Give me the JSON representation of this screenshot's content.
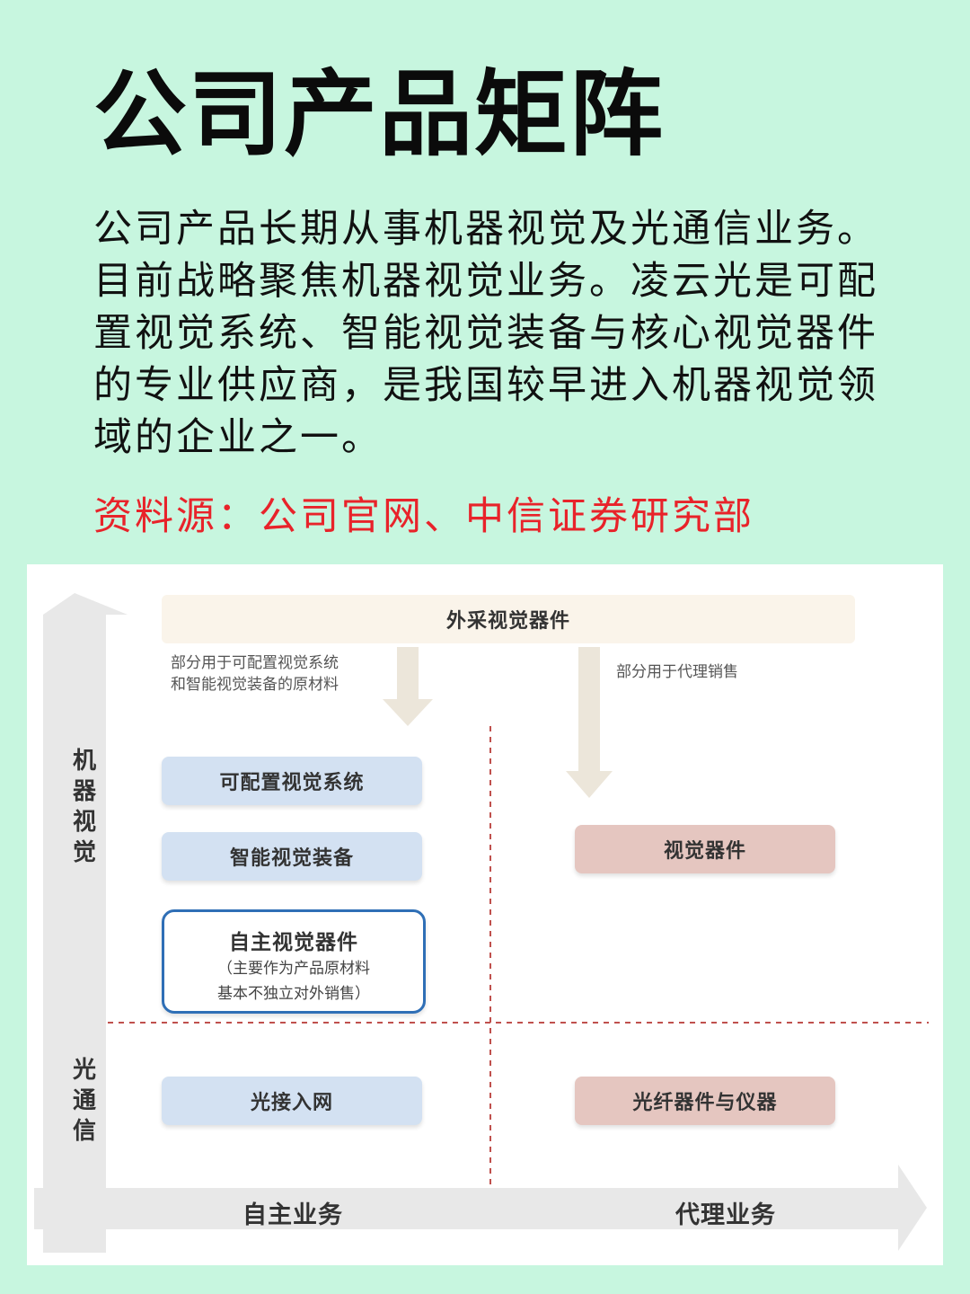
{
  "header": {
    "title": "公司产品矩阵",
    "description": "公司产品长期从事机器视觉及光通信业务。目前战略聚焦机器视觉业务。凌云光是可配置视觉系统、智能视觉装备与核心视觉器件的专业供应商，是我国较早进入机器视觉领域的企业之一。",
    "source": "资料源：公司官网、中信证券研究部"
  },
  "diagram": {
    "top_box": "外采视觉器件",
    "note_left_line1": "部分用于可配置视觉系统",
    "note_left_line2": "和智能视觉装备的原材料",
    "note_right": "部分用于代理销售",
    "left_boxes": {
      "configurable_system": "可配置视觉系统",
      "smart_equipment": "智能视觉装备",
      "optical_access": "光接入网"
    },
    "own_components": {
      "title": "自主视觉器件",
      "sub_line1": "（主要作为产品原材料",
      "sub_line2": "基本不独立对外销售）"
    },
    "right_boxes": {
      "vision_components": "视觉器件",
      "fiber_devices": "光纤器件与仪器"
    },
    "y_axis": {
      "machine_vision": "机器视觉",
      "optical_comm": "光通信"
    },
    "x_axis": {
      "own_business": "自主业务",
      "agency_business": "代理业务"
    },
    "colors": {
      "background": "#c7f6df",
      "blue_box": "#d3e1f2",
      "pink_box": "#e5c6c0",
      "top_box": "#faf4ea",
      "source_red": "#e8232a",
      "own_border": "#2f6fb6",
      "divider": "#c0504d"
    }
  }
}
